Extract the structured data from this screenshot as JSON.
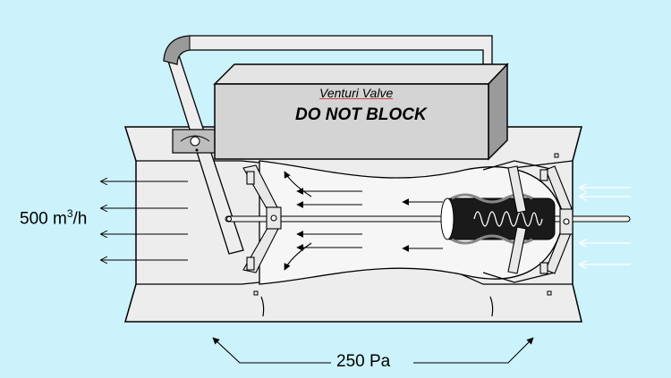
{
  "diagram": {
    "background": "#ccf2fb",
    "valve_box": {
      "title": "Venturi Valve",
      "warning": "DO NOT BLOCK"
    },
    "labels": {
      "flow_rate_value": "500 m",
      "flow_rate_exponent": "3",
      "flow_rate_unit": "/h",
      "pressure_drop": "250 Pa"
    }
  }
}
